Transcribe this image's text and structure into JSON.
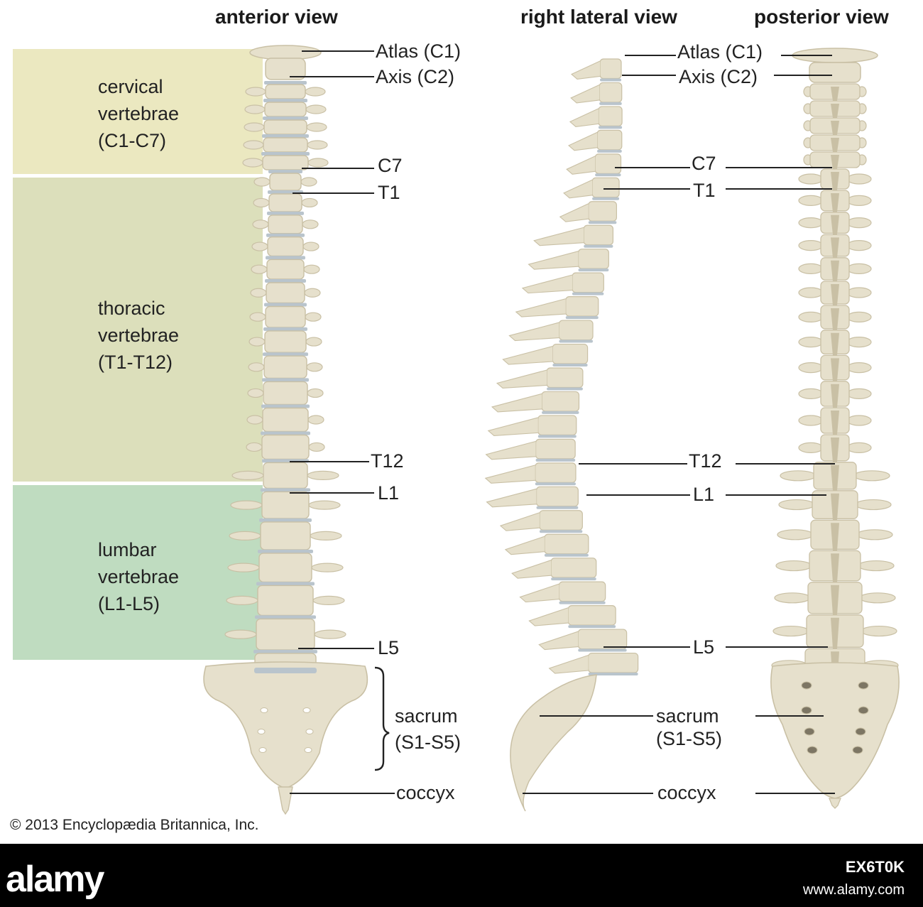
{
  "views": {
    "anterior": "anterior view",
    "lateral": "right lateral view",
    "posterior": "posterior view"
  },
  "regions": [
    {
      "id": "cervical",
      "lines": [
        "cervical",
        "vertebrae",
        "(C1-C7)"
      ],
      "color": "#ebe8c0"
    },
    {
      "id": "thoracic",
      "lines": [
        "thoracic",
        "vertebrae",
        "(T1-T12)"
      ],
      "color": "#dcdfbb"
    },
    {
      "id": "lumbar",
      "lines": [
        "lumbar",
        "vertebrae",
        "(L1-L5)"
      ],
      "color": "#bfdcc0"
    }
  ],
  "anterior_labels": {
    "atlas": "Atlas (C1)",
    "axis": "Axis (C2)",
    "c7": "C7",
    "t1": "T1",
    "t12": "T12",
    "l1": "L1",
    "l5": "L5",
    "sacrum_line1": "sacrum",
    "sacrum_line2": "(S1-S5)",
    "coccyx": "coccyx"
  },
  "lateral_labels": {
    "atlas": "Atlas (C1)",
    "axis": "Axis (C2)",
    "c7": "C7",
    "t1": "T1",
    "t12": "T12",
    "l1": "L1",
    "l5": "L5",
    "sacrum_line1": "sacrum",
    "sacrum_line2": "(S1-S5)",
    "coccyx": "coccyx"
  },
  "copyright": "© 2013 Encyclopædia Britannica, Inc.",
  "footer": {
    "logo": "alamy",
    "image_id": "EX6T0K",
    "url": "www.alamy.com"
  },
  "colors": {
    "bone": "#e6e0cc",
    "bone_shadow": "#c9c0a5",
    "disc": "#b9c4cc"
  }
}
